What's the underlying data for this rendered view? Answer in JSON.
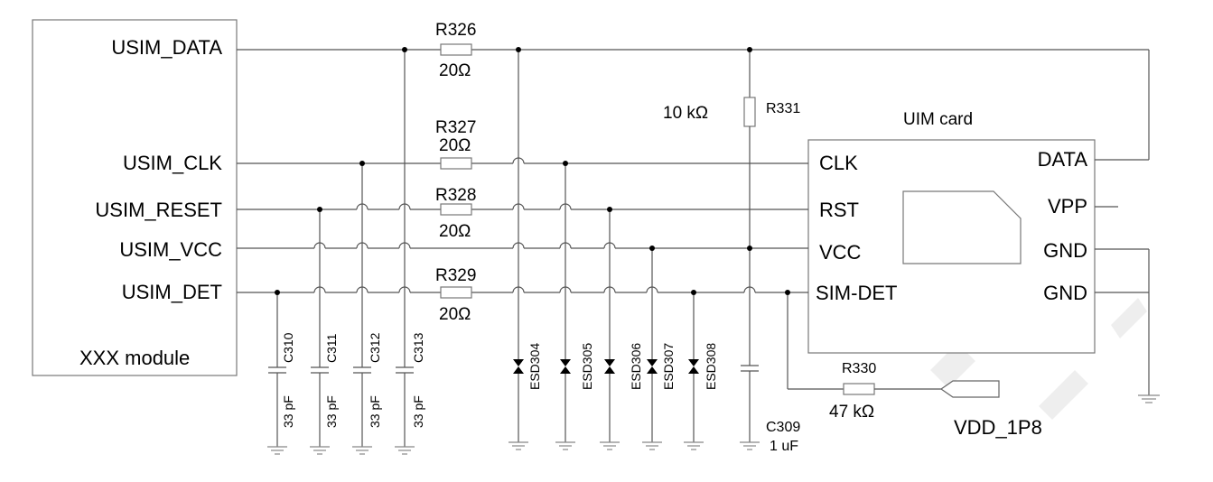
{
  "module": {
    "name": "XXX module",
    "pins": [
      "USIM_DATA",
      "USIM_CLK",
      "USIM_RESET",
      "USIM_VCC",
      "USIM_DET"
    ]
  },
  "card": {
    "title": "UIM card",
    "left_pins": [
      "CLK",
      "RST",
      "VCC",
      "SIM-DET"
    ],
    "right_pins": [
      "DATA",
      "VPP",
      "GND",
      "GND"
    ]
  },
  "resistors": {
    "r326": {
      "ref": "R326",
      "value": "20Ω"
    },
    "r327": {
      "ref": "R327",
      "value": "20Ω"
    },
    "r328": {
      "ref": "R328",
      "value": "20Ω"
    },
    "r329": {
      "ref": "R329",
      "value": "20Ω"
    },
    "r331": {
      "ref": "R331",
      "value": "10 kΩ"
    },
    "r330": {
      "ref": "R330",
      "value": "47 kΩ"
    }
  },
  "capacitors": [
    {
      "ref": "C310",
      "value": "33 pF"
    },
    {
      "ref": "C311",
      "value": "33 pF"
    },
    {
      "ref": "C312",
      "value": "33 pF"
    },
    {
      "ref": "C313",
      "value": "33 pF"
    }
  ],
  "c309": {
    "ref": "C309",
    "value": "1 uF"
  },
  "esd": [
    "ESD304",
    "ESD305",
    "ESD306",
    "ESD307",
    "ESD308"
  ],
  "supply": "VDD_1P8"
}
